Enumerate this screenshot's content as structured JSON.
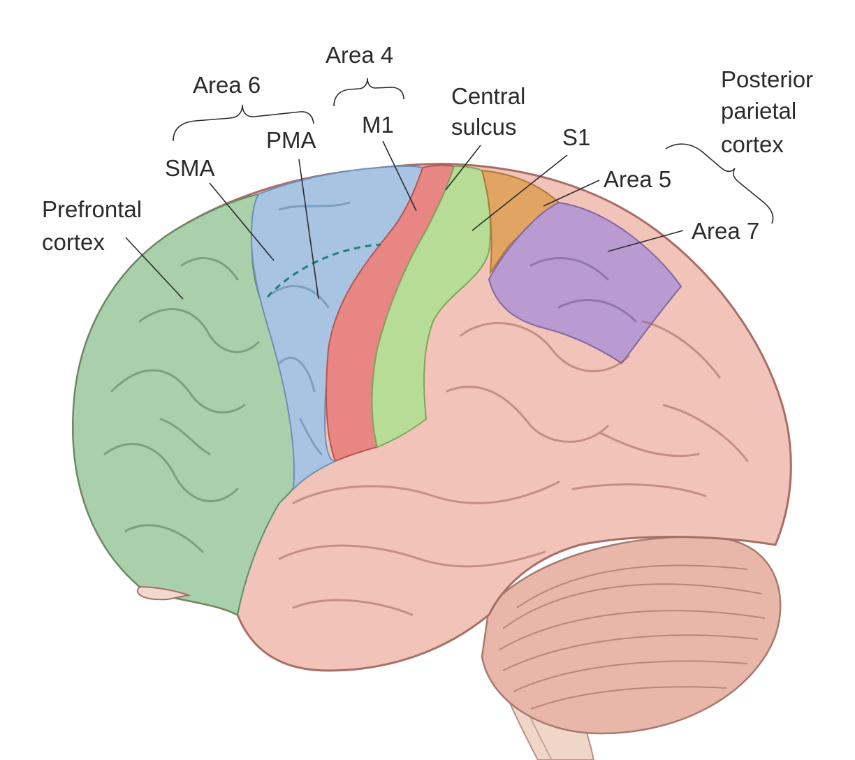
{
  "labels": {
    "area4": "Area 4",
    "area6": "Area 6",
    "m1": "M1",
    "central_sulcus_line1": "Central",
    "central_sulcus_line2": "sulcus",
    "posterior_line1": "Posterior",
    "posterior_line2": "parietal",
    "posterior_line3": "cortex",
    "pma": "PMA",
    "s1": "S1",
    "sma": "SMA",
    "area5": "Area 5",
    "prefrontal_line1": "Prefrontal",
    "prefrontal_line2": "cortex",
    "area7": "Area 7"
  },
  "regions": [
    {
      "name": "Prefrontal cortex",
      "color": "#a9d0ab"
    },
    {
      "name": "Area 6 (SMA / PMA)",
      "color": "#a9c4e2"
    },
    {
      "name": "Area 4 (M1)",
      "color": "#e88684"
    },
    {
      "name": "S1",
      "color": "#b7dc96"
    },
    {
      "name": "Area 5",
      "color": "#e2a463"
    },
    {
      "name": "Area 7",
      "color": "#b99bd2"
    },
    {
      "name": "Remaining cortex",
      "color": "#f2c3b8"
    },
    {
      "name": "Cerebellum",
      "color": "#e8b7a9"
    },
    {
      "name": "Brainstem",
      "color": "#f0d6c7"
    }
  ]
}
